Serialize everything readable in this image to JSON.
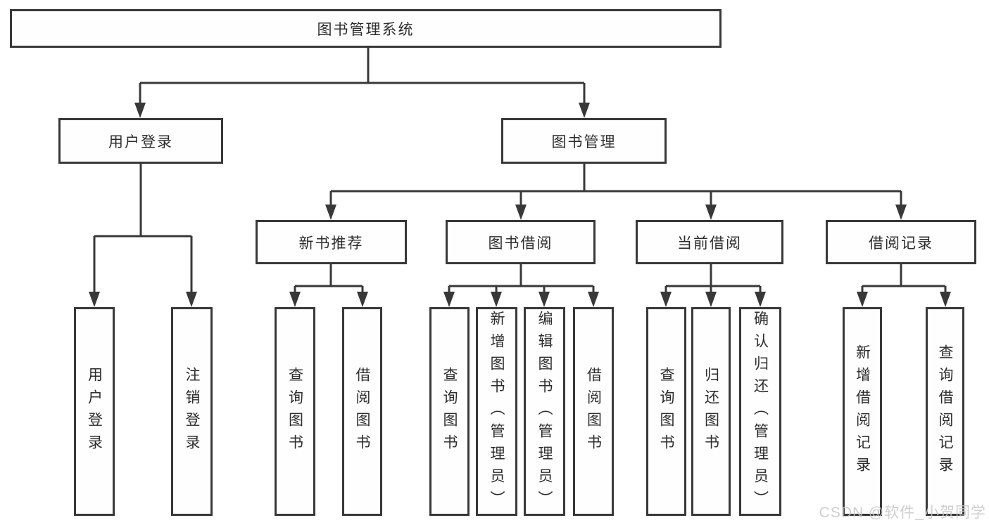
{
  "diagram": {
    "root": {
      "label": "图书管理系统"
    },
    "branches": [
      {
        "label": "用户登录",
        "children": [
          {
            "label": "用户登录"
          },
          {
            "label": "注销登录"
          }
        ]
      },
      {
        "label": "图书管理",
        "sections": [
          {
            "label": "新书推荐",
            "children": [
              {
                "label": "查询图书"
              },
              {
                "label": "借阅图书"
              }
            ]
          },
          {
            "label": "图书借阅",
            "children": [
              {
                "label": "查询图书"
              },
              {
                "label": "新增图书（管理员）"
              },
              {
                "label": "编辑图书（管理员）"
              },
              {
                "label": "借阅图书"
              }
            ]
          },
          {
            "label": "当前借阅",
            "children": [
              {
                "label": "查询图书"
              },
              {
                "label": "归还图书"
              },
              {
                "label": "确认归还（管理员）"
              }
            ]
          },
          {
            "label": "借阅记录",
            "children": [
              {
                "label": "新增借阅记录"
              },
              {
                "label": "查询借阅记录"
              }
            ]
          }
        ]
      }
    ],
    "colors": {
      "line": "#383838",
      "box_border": "#383838",
      "text": "#2d2d2d",
      "background": "#ffffff",
      "watermark": "#c6c6c6"
    }
  },
  "watermark": {
    "text": "CSDN @软件_小贺同学"
  }
}
